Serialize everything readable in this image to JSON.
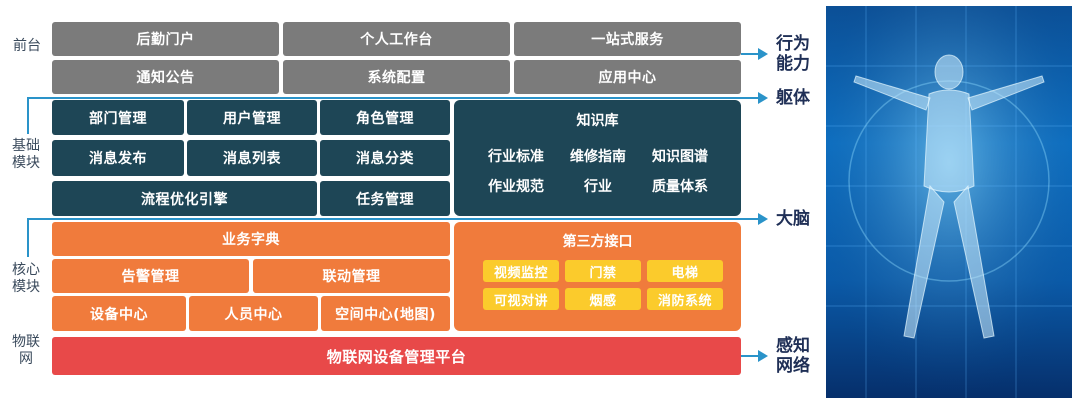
{
  "layers": {
    "frontend": "前台",
    "basic": "基础\n模块",
    "core": "核心\n模块",
    "iot": "物联\n网"
  },
  "frontend": {
    "row1": [
      "后勤门户",
      "个人工作台",
      "一站式服务"
    ],
    "row2": [
      "通知公告",
      "系统配置",
      "应用中心"
    ]
  },
  "basic": {
    "row1": [
      "部门管理",
      "用户管理",
      "角色管理"
    ],
    "row2": [
      "消息发布",
      "消息列表",
      "消息分类"
    ],
    "row3": [
      "流程优化引擎",
      "任务管理"
    ],
    "knowledge": {
      "title": "知识库",
      "items": [
        "行业标准",
        "维修指南",
        "知识图谱",
        "作业规范",
        "行业",
        "质量体系"
      ]
    }
  },
  "core": {
    "dict": "业务字典",
    "row2": [
      "告警管理",
      "联动管理"
    ],
    "row3": [
      "设备中心",
      "人员中心",
      "空间中心(地图)"
    ],
    "third_party": {
      "title": "第三方接口",
      "items": [
        "视频监控",
        "门禁",
        "电梯",
        "可视对讲",
        "烟感",
        "消防系统"
      ]
    }
  },
  "iot": {
    "platform": "物联网设备管理平台"
  },
  "right_labels": {
    "behavior": "行为\n能力",
    "body": "躯体",
    "brain": "大脑",
    "perception": "感知\n网络"
  },
  "colors": {
    "gray": "#7b7b7b",
    "navy": "#1e4656",
    "orange": "#f07b3c",
    "yellow": "#fbcb2c",
    "red": "#e84949",
    "connector": "#2a93c9"
  }
}
